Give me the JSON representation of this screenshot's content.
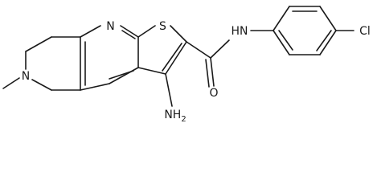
{
  "atoms": {
    "n_pyridine": "N",
    "s_thiophene": "S",
    "n_piperidine": "N",
    "methyl_label": "",
    "amide_nh": "HN",
    "carbonyl_o": "O",
    "amino": "NH",
    "amino_sub": "2",
    "chloro": "Cl"
  },
  "colors": {
    "bond": "#1a1a1a",
    "text": "#1a1a1a",
    "background": "#ffffff"
  }
}
